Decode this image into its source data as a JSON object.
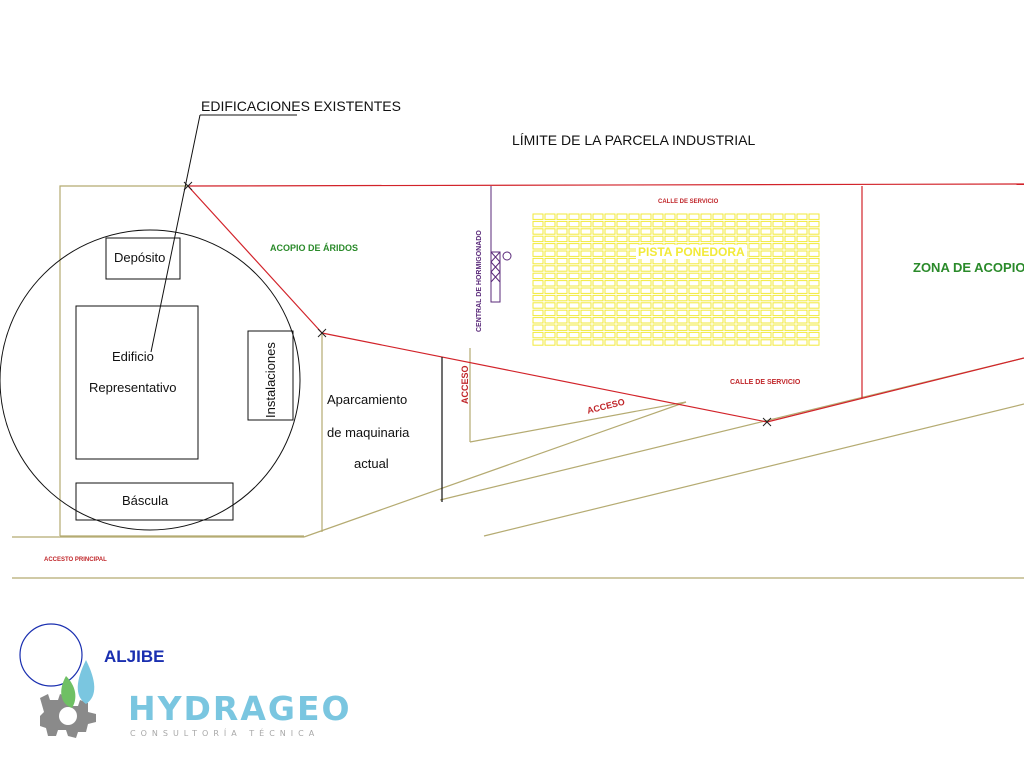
{
  "annotations": {
    "edificaciones": "EDIFICACIONES EXISTENTES",
    "limite": "LÍMITE DE LA PARCELA INDUSTRIAL",
    "acopio_aridos": "ACOPIO DE ÁRIDOS",
    "zona_acopios": "ZONA DE ACOPIOS",
    "calle_servicio_top": "CALLE DE SERVICIO",
    "calle_servicio_bottom": "CALLE DE SERVICIO",
    "pista": "PISTA PONEDORA",
    "central": "CENTRAL DE HORMIGONADO",
    "acceso_vertical": "ACCESO",
    "acceso_diagonal": "ACCESO",
    "acceso_principal": "ACCESTO PRINCIPAL"
  },
  "buildings": {
    "deposito": "Depósito",
    "edificio_line1": "Edificio",
    "edificio_line2": "Representativo",
    "instalaciones": "Instalaciones",
    "bascula": "Báscula",
    "aparcamiento_line1": "Aparcamiento",
    "aparcamiento_line2": "de maquinaria",
    "aparcamiento_line3": "actual"
  },
  "legend": {
    "aljibe": "ALJIBE"
  },
  "logo": {
    "name": "HYDRAGEO",
    "tagline": "CONSULTORÍA TÉCNICA"
  },
  "colors": {
    "boundary": "#d2232a",
    "road": "#b5ab72",
    "pista": "#f2ea3a",
    "aljibe": "#1a2fb0",
    "logo_blue": "#7ac6e0",
    "logo_grey": "#8a8a8a"
  }
}
